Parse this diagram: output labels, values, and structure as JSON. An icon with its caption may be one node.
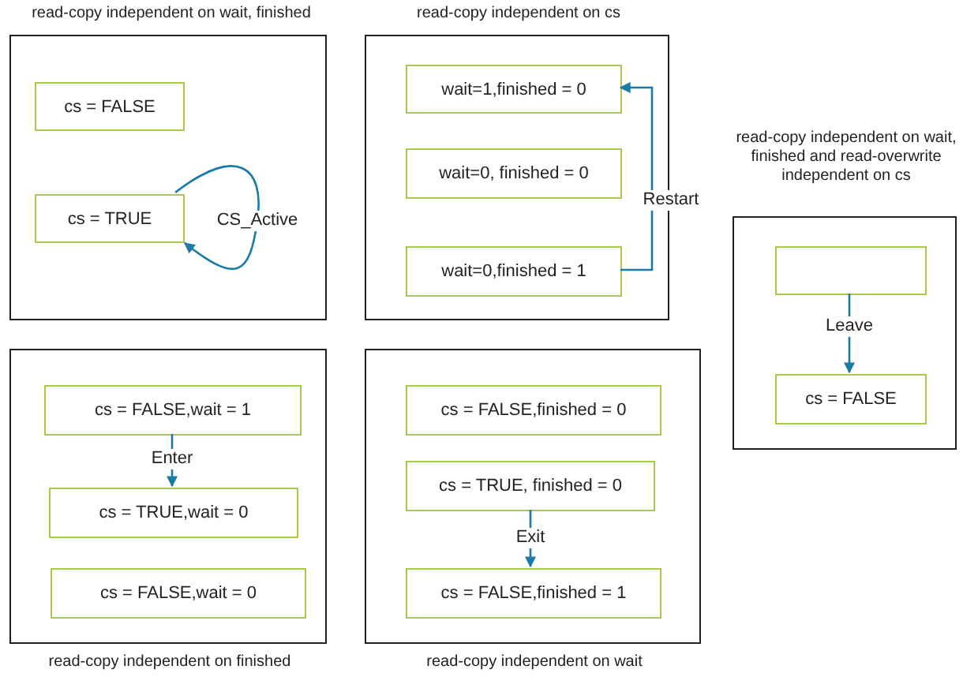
{
  "diagram": {
    "nodes": [
      {
        "text": [
          "read-copy independent on wait, finished"
        ]
      },
      {
        "text": [
          "cs = FALSE"
        ],
        "in": 0
      },
      {
        "text": [
          "cs = TRUE"
        ],
        "in": 0
      },
      {
        "text": [
          "read-copy independent on cs"
        ]
      },
      {
        "text": [
          "wait=1,finished = 0"
        ],
        "in": 3
      },
      {
        "text": [
          "wait=0, finished = 0"
        ],
        "in": 3
      },
      {
        "text": [
          "wait=0,finished = 1"
        ],
        "in": 3
      },
      {
        "text": [
          "read-copy independent on wait, finished and read-overwrite independent on cs"
        ]
      },
      {
        "text": [],
        "shape": "box",
        "in": 7
      },
      {
        "text": [
          "cs = FALSE"
        ],
        "in": 7
      },
      {
        "text": [
          "read-copy independent on finished"
        ]
      },
      {
        "text": [
          "cs = FALSE,wait = 1"
        ],
        "in": 10
      },
      {
        "text": [
          "cs = TRUE,wait = 0"
        ],
        "in": 10
      },
      {
        "text": [
          "cs = FALSE,wait = 0"
        ],
        "in": 10
      },
      {
        "text": [
          "read-copy independent on wait"
        ]
      },
      {
        "text": [
          "cs = FALSE,finished = 0"
        ],
        "in": 14
      },
      {
        "text": [
          "cs = TRUE, finished = 0"
        ],
        "in": 14
      },
      {
        "text": [
          "cs = FALSE,finished = 1"
        ],
        "in": 14
      }
    ],
    "edges": [
      {
        "from": 2,
        "to": 2,
        "arrow": "to",
        "label": "CS_Active"
      },
      {
        "from": 6,
        "to": 4,
        "arrow": "to",
        "label": "Restart"
      },
      {
        "from": 8,
        "to": 9,
        "arrow": "to",
        "label": "Leave"
      },
      {
        "from": 11,
        "to": 12,
        "arrow": "to",
        "label": "Enter"
      },
      {
        "from": 16,
        "to": 17,
        "arrow": "to",
        "label": "Exit"
      }
    ]
  }
}
